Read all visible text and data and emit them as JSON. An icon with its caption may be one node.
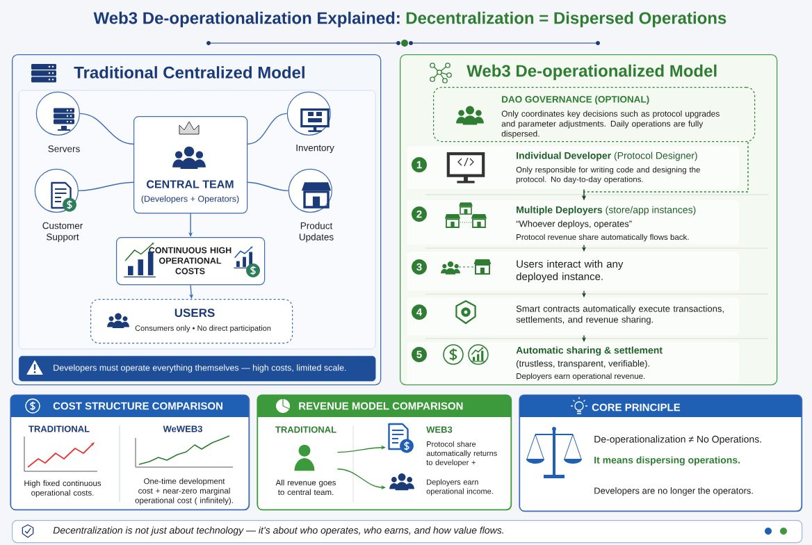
{
  "diagram": {
    "title": "Web3 De-operationalization Explained:",
    "nodes": [
      {
        "text": [
          "Traditional Centralized Model"
        ]
      },
      {
        "text": [
          "CENTRAL TEAM",
          "(Developers + Operators)"
        ],
        "in": 0
      },
      {
        "text": [
          "Servers"
        ],
        "in": 0
      },
      {
        "text": [
          "Inventory"
        ],
        "in": 0
      },
      {
        "text": [
          "Customer Support"
        ],
        "in": 0
      },
      {
        "text": [
          "Product Updates"
        ],
        "in": 0
      },
      {
        "text": [
          "CONTINUOUS HIGH OPERATIONAL COSTS"
        ],
        "in": 0
      },
      {
        "text": [
          "USERS",
          "Consumers only • No direct participation"
        ],
        "in": 0
      },
      {
        "text": [
          "Developers must operate everything themselves — high costs, limited scale."
        ],
        "in": 0
      },
      {
        "text": [
          "Web3 De-operationalized Model"
        ]
      },
      {
        "text": [
          "DAO GOVERNANCE (OPTIONAL)",
          "Only coordinates key decisions such as protocol upgrades and parameter adjustments. Daily operations are fully dispersed."
        ],
        "in": 9
      },
      {
        "text": [
          "1",
          "**Individual Developer** (Protocol Designer)",
          "Only responsible for writing code and designing the protocol. No day-to-day operations."
        ],
        "in": 9
      },
      {
        "text": [
          "2",
          "**Multiple Deployers** (store/app instances)",
          "“Whoever deploys, operates”",
          "Protocol revenue share automatically flows back."
        ],
        "in": 9
      },
      {
        "text": [
          "3",
          "Users interact with any deployed instance."
        ],
        "in": 9
      },
      {
        "text": [
          "4",
          "Smart contracts automatically execute transactions, settlements, and revenue sharing."
        ],
        "in": 9
      },
      {
        "text": [
          "5",
          "Automatic sharing & settlement",
          "(trustless, transparent, verifiable).",
          "Deployers earn operational revenue."
        ],
        "in": 9
      },
      {
        "text": [
          "COST STRUCTURE COMPARISON"
        ]
      },
      {
        "text": [
          "REVENUE MODEL COMPARISON"
        ]
      },
      {
        "text": [
          "TRADITIONAL",
          "All revenue goes to central team."
        ],
        "in": 17
      },
      {
        "text": [
          "WEB3",
          "Protocol share automatically returns to developer +"
        ],
        "in": 17
      },
      {
        "text": [
          "Deployers earn operational income."
        ],
        "in": 17
      },
      {
        "text": [
          "CORE PRINCIPLE",
          "De-operationalization ≠ No Operations.",
          "It means dispersing operations.",
          "Developers are no longer the operators."
        ]
      },
      {
        "text": [
          "Decentralization is not just about technology — it’s about who operates, who earns, and how value flows."
        ]
      }
    ],
    "edges": [
      {
        "from": 2,
        "to": 1,
        "arrow": "none"
      },
      {
        "from": 3,
        "to": 1,
        "arrow": "none"
      },
      {
        "from": 4,
        "to": 1,
        "arrow": "none"
      },
      {
        "from": 5,
        "to": 1,
        "arrow": "none"
      },
      {
        "from": 1,
        "to": 6,
        "arrow": "to"
      },
      {
        "from": 6,
        "to": 7,
        "arrow": "to"
      },
      {
        "from": 10,
        "to": 12,
        "arrow": "to",
        "style": "dashed",
        "color": "#2e7d32"
      },
      {
        "from": 11,
        "to": 12,
        "arrow": "to",
        "color": "#1f3d25"
      },
      {
        "from": 12,
        "to": 13,
        "arrow": "to",
        "color": "#1f3d25"
      },
      {
        "from": 13,
        "to": 14,
        "arrow": "to",
        "color": "#1f3d25"
      },
      {
        "from": 14,
        "to": 15,
        "arrow": "to",
        "color": "#1f3d25"
      },
      {
        "from": 18,
        "to": 19,
        "arrow": "to",
        "color": "#2e8b2e"
      },
      {
        "from": 18,
        "to": 20,
        "arrow": "to",
        "color": "#2e8b2e"
      }
    ],
    "labels": [
      "Decentralization = Dispersed Operations",
      "TRADITIONAL",
      "High fixed continuous operational costs.",
      "WeWEB3",
      "One-time development cost + near-zero marginal operational cost ( infinitely)."
    ]
  }
}
